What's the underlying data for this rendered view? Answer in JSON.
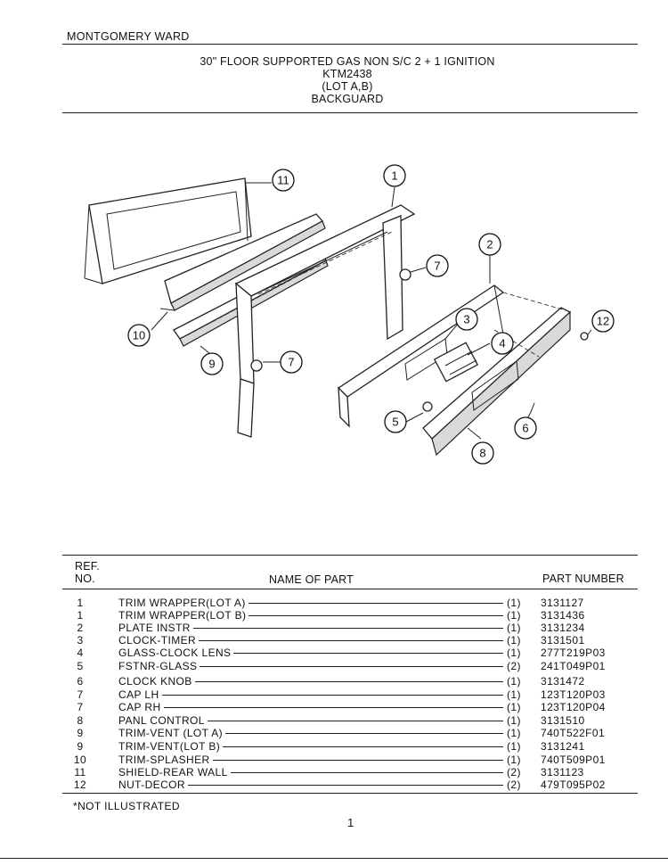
{
  "header": {
    "brand": "MONTGOMERY WARD",
    "title_lines": [
      "30\" FLOOR SUPPORTED GAS NON S/C 2 + 1 IGNITION",
      "KTM2438",
      "(LOT A,B)",
      "BACKGUARD"
    ]
  },
  "diagram": {
    "callouts": [
      "1",
      "2",
      "3",
      "4",
      "5",
      "6",
      "7",
      "7",
      "8",
      "9",
      "10",
      "11",
      "12"
    ]
  },
  "table": {
    "col_ref_line1": "REF.",
    "col_ref_line2": "NO.",
    "col_name": "NAME OF PART",
    "col_part_number": "PART NUMBER",
    "rows": [
      {
        "ref": "1",
        "name": "TRIM WRAPPER(LOT A)",
        "qty": "(1)",
        "part_number": "3131127"
      },
      {
        "ref": "1",
        "name": "TRIM WRAPPER(LOT B)",
        "qty": "(1)",
        "part_number": "3131436"
      },
      {
        "ref": "2",
        "name": "PLATE INSTR",
        "qty": "(1)",
        "part_number": "3131234"
      },
      {
        "ref": "3",
        "name": "CLOCK-TIMER",
        "qty": "(1)",
        "part_number": "3131501"
      },
      {
        "ref": "4",
        "name": "GLASS-CLOCK LENS",
        "qty": "(1)",
        "part_number": "277T219P03"
      },
      {
        "ref": "5",
        "name": "FSTNR-GLASS",
        "qty": "(2)",
        "part_number": "241T049P01"
      },
      {
        "ref": "6",
        "name": "CLOCK KNOB",
        "qty": "(1)",
        "part_number": "3131472"
      },
      {
        "ref": "7",
        "name": "CAP LH",
        "qty": "(1)",
        "part_number": "123T120P03"
      },
      {
        "ref": "7",
        "name": "CAP RH",
        "qty": "(1)",
        "part_number": "123T120P04"
      },
      {
        "ref": "8",
        "name": "PANL CONTROL",
        "qty": "(1)",
        "part_number": "3131510"
      },
      {
        "ref": "9",
        "name": "TRIM-VENT (LOT A)",
        "qty": "(1)",
        "part_number": "740T522F01"
      },
      {
        "ref": "9",
        "name": "TRIM-VENT(LOT B)",
        "qty": "(1)",
        "part_number": "3131241"
      },
      {
        "ref": "10",
        "name": "TRIM-SPLASHER",
        "qty": "(1)",
        "part_number": "740T509P01"
      },
      {
        "ref": "11",
        "name": "SHIELD-REAR WALL",
        "qty": "(2)",
        "part_number": "3131123"
      },
      {
        "ref": "12",
        "name": "NUT-DECOR",
        "qty": "(2)",
        "part_number": "479T095P02"
      }
    ]
  },
  "footer": {
    "note": "*NOT ILLUSTRATED",
    "page_number": "1"
  }
}
